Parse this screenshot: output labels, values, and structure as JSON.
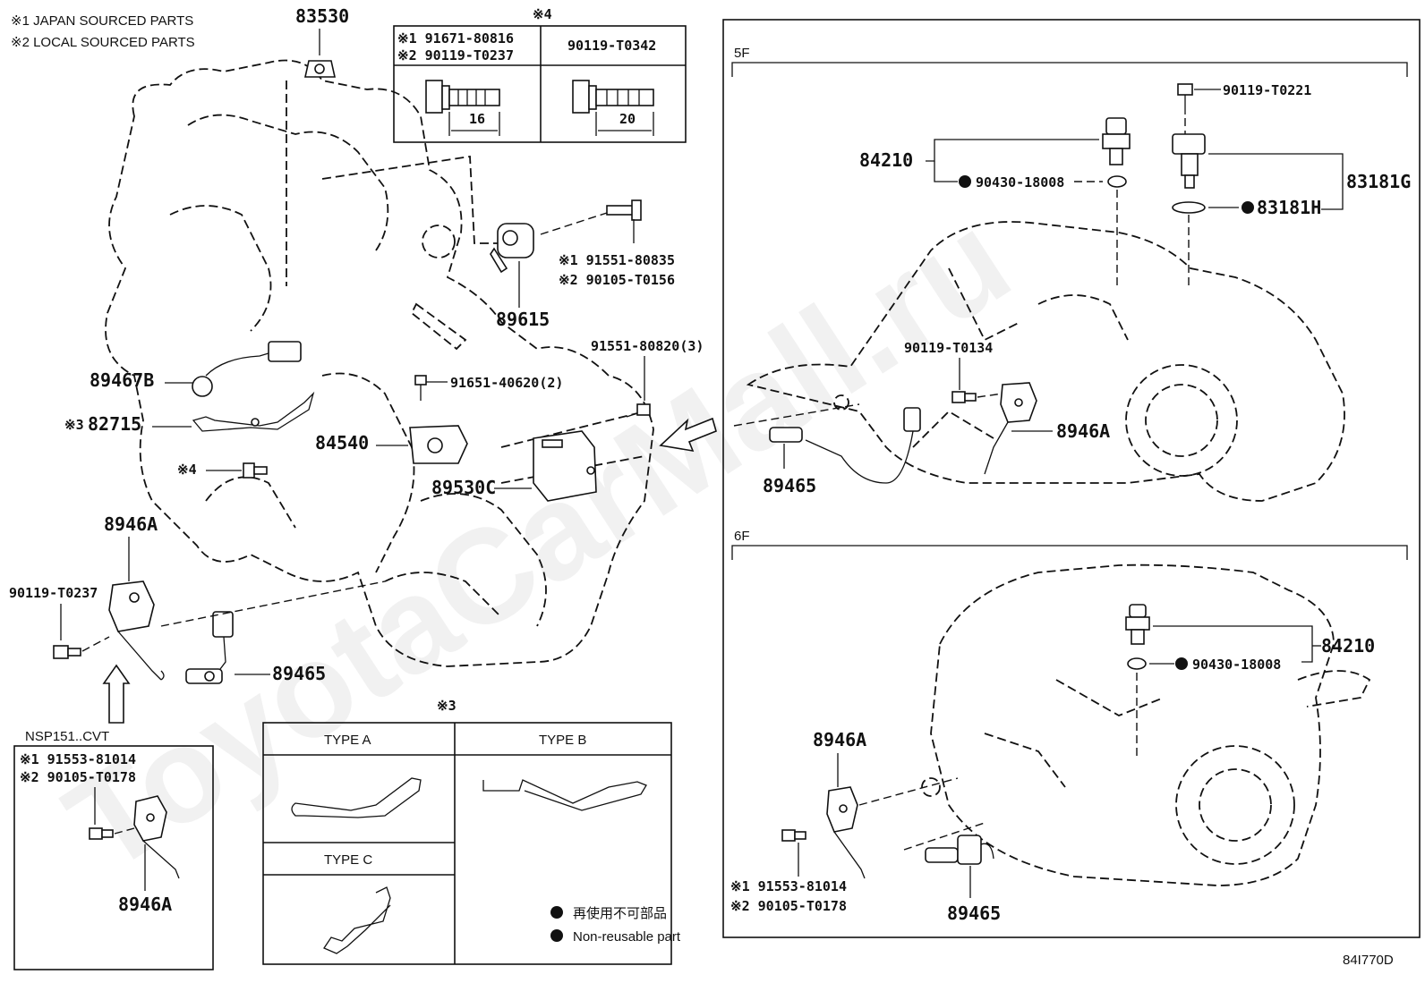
{
  "watermark": "ToyotaCarMall.ru",
  "notes": {
    "japan": "※1 JAPAN SOURCED PARTS",
    "local": "※2 LOCAL SOURCED PARTS"
  },
  "bolt_table": {
    "marker": "※4",
    "left_line1": "※1 91671-80816",
    "left_line2": "※2 90119-T0237",
    "right_header": "90119-T0342",
    "left_length": "16",
    "right_length": "20"
  },
  "left_parts": {
    "p83530": "83530",
    "p89615": "89615",
    "p91551_80835": "※1 91551-80835",
    "p90105_T0156": "※2 90105-T0156",
    "p91551_80820": "91551-80820(3)",
    "p91651_40620": "91651-40620(2)",
    "p89467B": "89467B",
    "p82715": "82715",
    "p82715_mark": "※3",
    "mark4": "※4",
    "p84540": "84540",
    "p89530C": "89530C",
    "p8946A": "8946A",
    "p90119_T0237": "90119-T0237",
    "p89465": "89465"
  },
  "cvt_box": {
    "label": "NSP151..CVT",
    "line1": "※1 91553-81014",
    "line2": "※2 90105-T0178",
    "part": "8946A"
  },
  "types_box": {
    "marker": "※3",
    "type_a": "TYPE A",
    "type_b": "TYPE B",
    "type_c": "TYPE C"
  },
  "legend": {
    "jp": "再使用不可部品",
    "en": "Non-reusable part"
  },
  "panel_5f": {
    "label": "5F",
    "p90119_T0221": "90119-T0221",
    "p84210": "84210",
    "p90430_18008": "90430-18008",
    "p83181G": "83181G",
    "p83181H": "83181H",
    "p90119_T0134": "90119-T0134",
    "p8946A": "8946A",
    "p89465": "89465"
  },
  "panel_6f": {
    "label": "6F",
    "p84210": "84210",
    "p90430_18008": "90430-18008",
    "p8946A": "8946A",
    "p91553_81014": "※1 91553-81014",
    "p90105_T0178": "※2 90105-T0178",
    "p89465": "89465"
  },
  "figure_id": "84I770D",
  "colors": {
    "ink": "#111111",
    "background": "#ffffff"
  }
}
